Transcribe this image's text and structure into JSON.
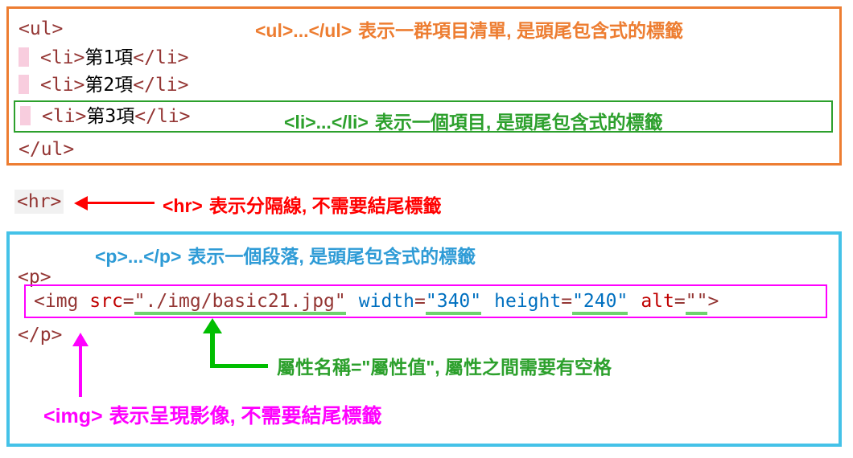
{
  "colors": {
    "orange": "#ED7D31",
    "green": "#2CA02C",
    "lime": "#6FD16F",
    "agreen": "#00BE00",
    "red": "#FF0000",
    "cyan": "#44C2E8",
    "blue": "#2E9BD6",
    "magenta": "#FF00FF",
    "maroon": "#943634",
    "attrred": "#C00000",
    "attrblue": "#0070C0"
  },
  "ul_section": {
    "ul_open": "<ul>",
    "ul_close": "</ul>",
    "li_open": "<li>",
    "li_close": "</li>",
    "items": [
      "第1項",
      "第2項",
      "第3項"
    ],
    "annotation": {
      "tag": "<ul>...</ul>",
      "text": "表示一群項目清單, 是頭尾包含式的標籤"
    },
    "li_annotation": {
      "tag": "<li>...</li>",
      "text": "表示一個項目, 是頭尾包含式的標籤"
    }
  },
  "hr_section": {
    "code": "<hr>",
    "annotation": {
      "tag": "<hr>",
      "text": "表示分隔線, 不需要結尾標籤"
    }
  },
  "p_section": {
    "annotation": {
      "tag": "<p>...</p>",
      "text": "表示一個段落, 是頭尾包含式的標籤"
    },
    "p_open": "<p>",
    "p_close": "</p>",
    "img": {
      "open": "<img ",
      "eq": "=",
      "src_name": "src",
      "src_value": "\"./img/basic21.jpg\"",
      "width_name": "width",
      "width_value": "\"340\"",
      "height_name": "height",
      "height_value": "\"240\"",
      "alt_name": "alt",
      "alt_value": "\"\"",
      "close": ">"
    },
    "attr_annotation": "屬性名稱=\"屬性值\", 屬性之間需要有空格",
    "img_annotation": {
      "tag": "<img>",
      "text": "表示呈現影像, 不需要結尾標籤"
    }
  }
}
